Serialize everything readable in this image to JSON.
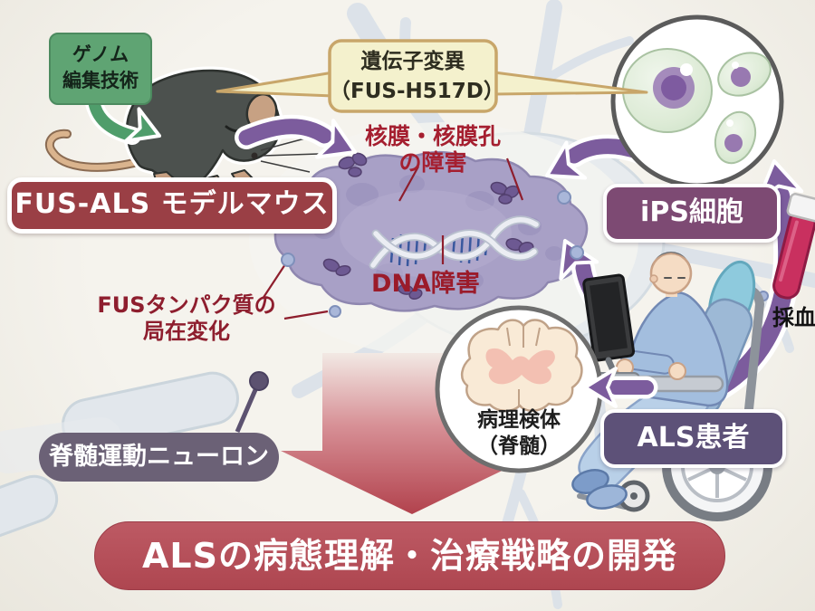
{
  "figure": {
    "title_context": "ALS research scheme diagram",
    "labels": {
      "genome_editing": "ゲノム\n編集技術",
      "gene_mutation": "遺伝子変異\n（FUS-H517D）",
      "model_mouse": "FUS-ALS モデルマウス",
      "nuclear_damage": "核膜・核膜孔\nの障害",
      "dna_damage": "DNA障害",
      "fus_protein": "FUSタンパク質の\n局在変化",
      "ips_cells": "iPS細胞",
      "blood_draw": "採血",
      "als_patient": "ALS患者",
      "pathology_specimen": "病理検体\n（脊髄）",
      "motor_neuron": "脊髄運動ニューロン",
      "outcome": "ALSの病態理解・治療戦略の開発"
    },
    "colors": {
      "background": "#f2f0ea",
      "green_box": "#5fa473",
      "red_label": "#9a3f45",
      "callout_bg": "#f4f1cd",
      "callout_border": "#c8a66a",
      "purple_arrow": "#7c5c9d",
      "annotation_red": "#a01f30",
      "nucleus": "#a8a0c6",
      "ips_label": "#7d4a73",
      "patient_label": "#5d5178",
      "neuron_label": "#6b6176",
      "banner": "#b5505b",
      "blood_tube": "#c62a5e",
      "big_arrow": "#b2424d"
    }
  }
}
